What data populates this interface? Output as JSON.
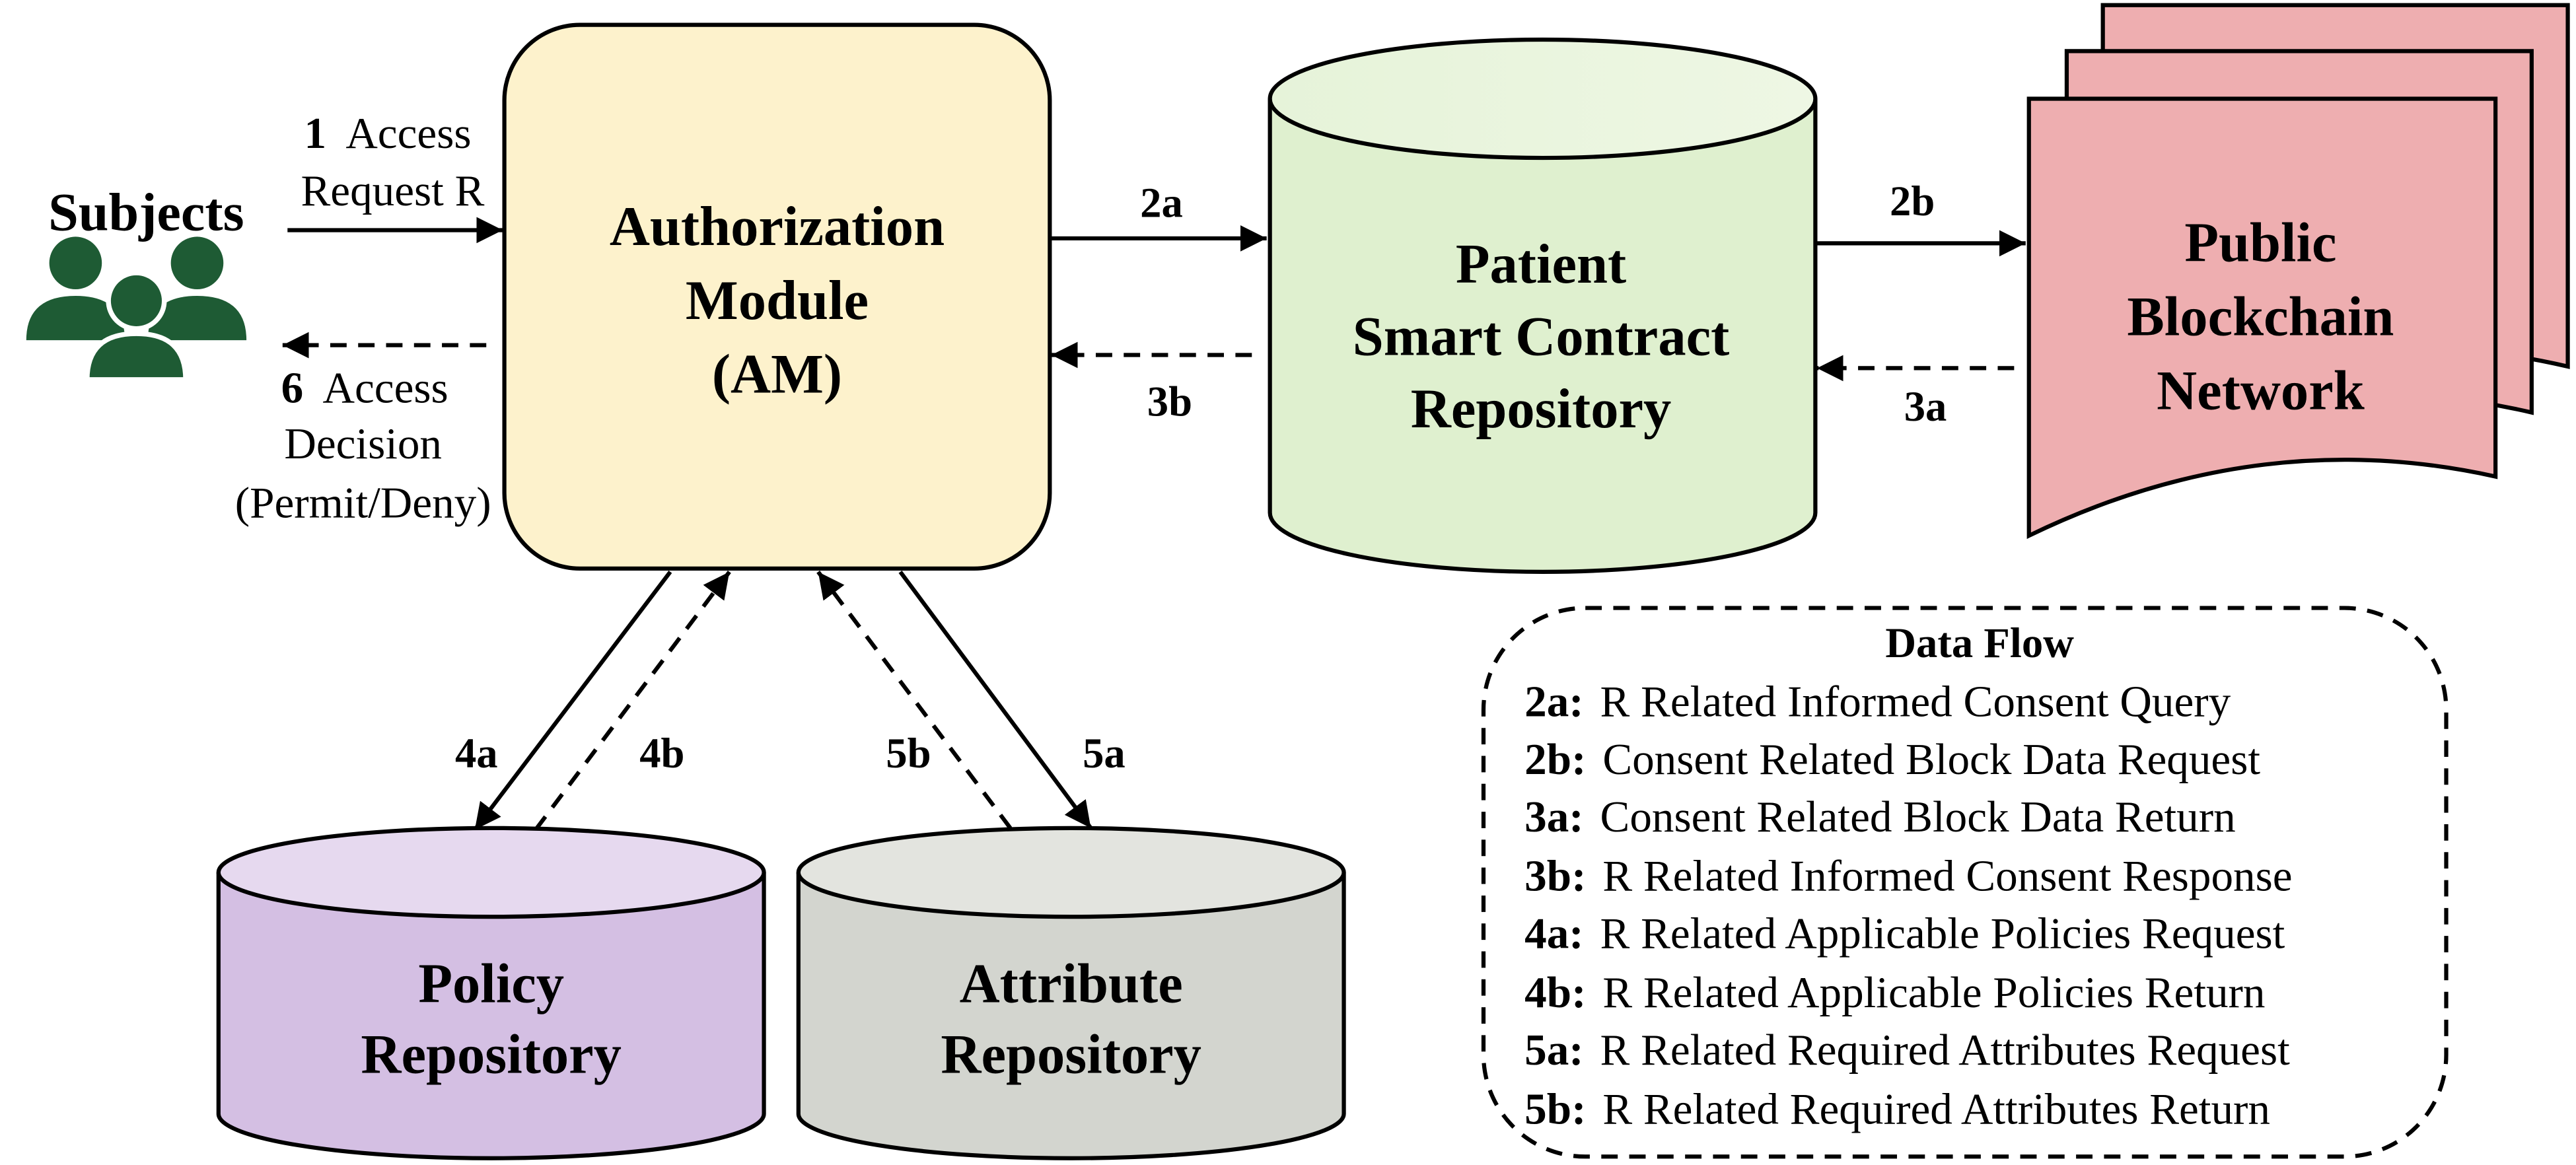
{
  "nodes": {
    "subjects": {
      "label": "Subjects",
      "icon": "people-group-icon",
      "color": "#1e5b34"
    },
    "am": {
      "lines": [
        "Authorization",
        "Module",
        "(AM)"
      ],
      "fill": "#fdf2cc"
    },
    "patient": {
      "lines": [
        "Patient",
        "Smart Contract",
        "Repository"
      ],
      "fill": "#dfefcf"
    },
    "blockchain": {
      "lines": [
        "Public",
        "Blockchain",
        "Network"
      ],
      "fill": "#eeaeb0"
    },
    "policy": {
      "lines": [
        "Policy",
        "Repository"
      ],
      "fill": "#d4bfe3"
    },
    "attribute": {
      "lines": [
        "Attribute",
        "Repository"
      ],
      "fill": "#d3d5cf"
    }
  },
  "flows": {
    "request": {
      "num": "1",
      "line1": "Access",
      "line2": "Request R"
    },
    "decision": {
      "num": "6",
      "line1": "Access",
      "line2": "Decision",
      "line3": "(Permit/Deny)"
    }
  },
  "edges": {
    "e2a": "2a",
    "e2b": "2b",
    "e3a": "3a",
    "e3b": "3b",
    "e4a": "4a",
    "e4b": "4b",
    "e5a": "5a",
    "e5b": "5b"
  },
  "legend": {
    "title": "Data Flow",
    "items": [
      {
        "code": "2a:",
        "text": "R Related  Informed Consent Query"
      },
      {
        "code": "2b:",
        "text": "Consent Related Block Data Request"
      },
      {
        "code": "3a:",
        "text": "Consent Related Block Data Return"
      },
      {
        "code": "3b:",
        "text": "R Related  Informed Consent Response"
      },
      {
        "code": "4a:",
        "text": "R Related Applicable Policies Request"
      },
      {
        "code": "4b:",
        "text": "R Related Applicable Policies Return"
      },
      {
        "code": "5a:",
        "text": "R Related Required Attributes Request"
      },
      {
        "code": "5b:",
        "text": "R Related Required Attributes Return"
      }
    ]
  }
}
